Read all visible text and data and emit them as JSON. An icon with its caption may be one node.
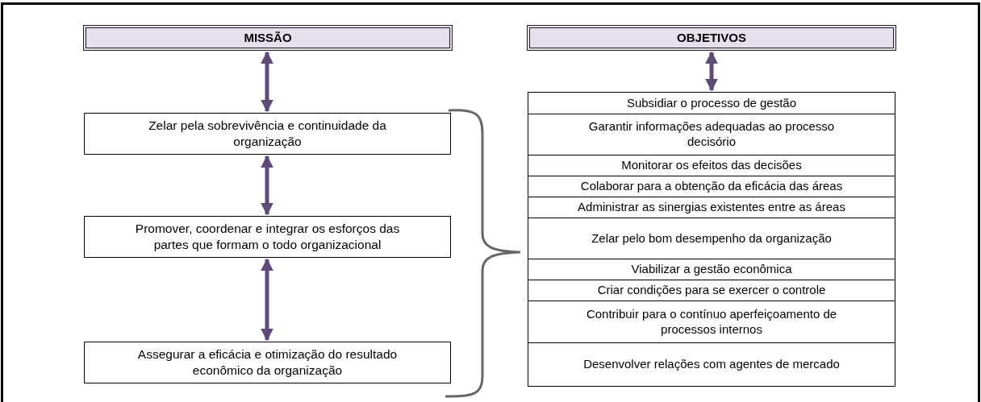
{
  "diagram": {
    "nodes": [
      {
        "text": [
          "MISSÃO"
        ]
      },
      {
        "text": [
          "Zelar pela sobrevivência e continuidade da organização"
        ]
      },
      {
        "text": [
          "Promover, coordenar e integrar os esforços das partes que formam o todo organizacional"
        ]
      },
      {
        "text": [
          "Assegurar a eficácia e otimização do resultado econômico da organização"
        ]
      },
      {
        "text": [
          "OBJETIVOS"
        ]
      },
      {
        "text": [
          "Subsidiar o processo de gestão"
        ]
      },
      {
        "text": [
          "Garantir informações adequadas ao processo decisório"
        ]
      },
      {
        "text": [
          "Monitorar os efeitos das decisões"
        ]
      },
      {
        "text": [
          "Colaborar para a obtenção da eficácia das áreas"
        ]
      },
      {
        "text": [
          "Administrar as sinergias existentes entre as áreas"
        ]
      },
      {
        "text": [
          "Zelar pelo bom desempenho da organização"
        ]
      },
      {
        "text": [
          "Viabilizar a gestão econômica"
        ]
      },
      {
        "text": [
          "Criar condições para se exercer o controle"
        ]
      },
      {
        "text": [
          "Contribuir para o contínuo aperfeiçoamento de processos internos"
        ]
      },
      {
        "text": [
          "Desenvolver relações com agentes de mercado"
        ]
      }
    ],
    "edges": [
      {
        "from": 0,
        "to": 1,
        "arrow": "both"
      },
      {
        "from": 1,
        "to": 2,
        "arrow": "both"
      },
      {
        "from": 2,
        "to": 3,
        "arrow": "both"
      },
      {
        "from": 4,
        "to": 5,
        "arrow": "both"
      }
    ]
  }
}
